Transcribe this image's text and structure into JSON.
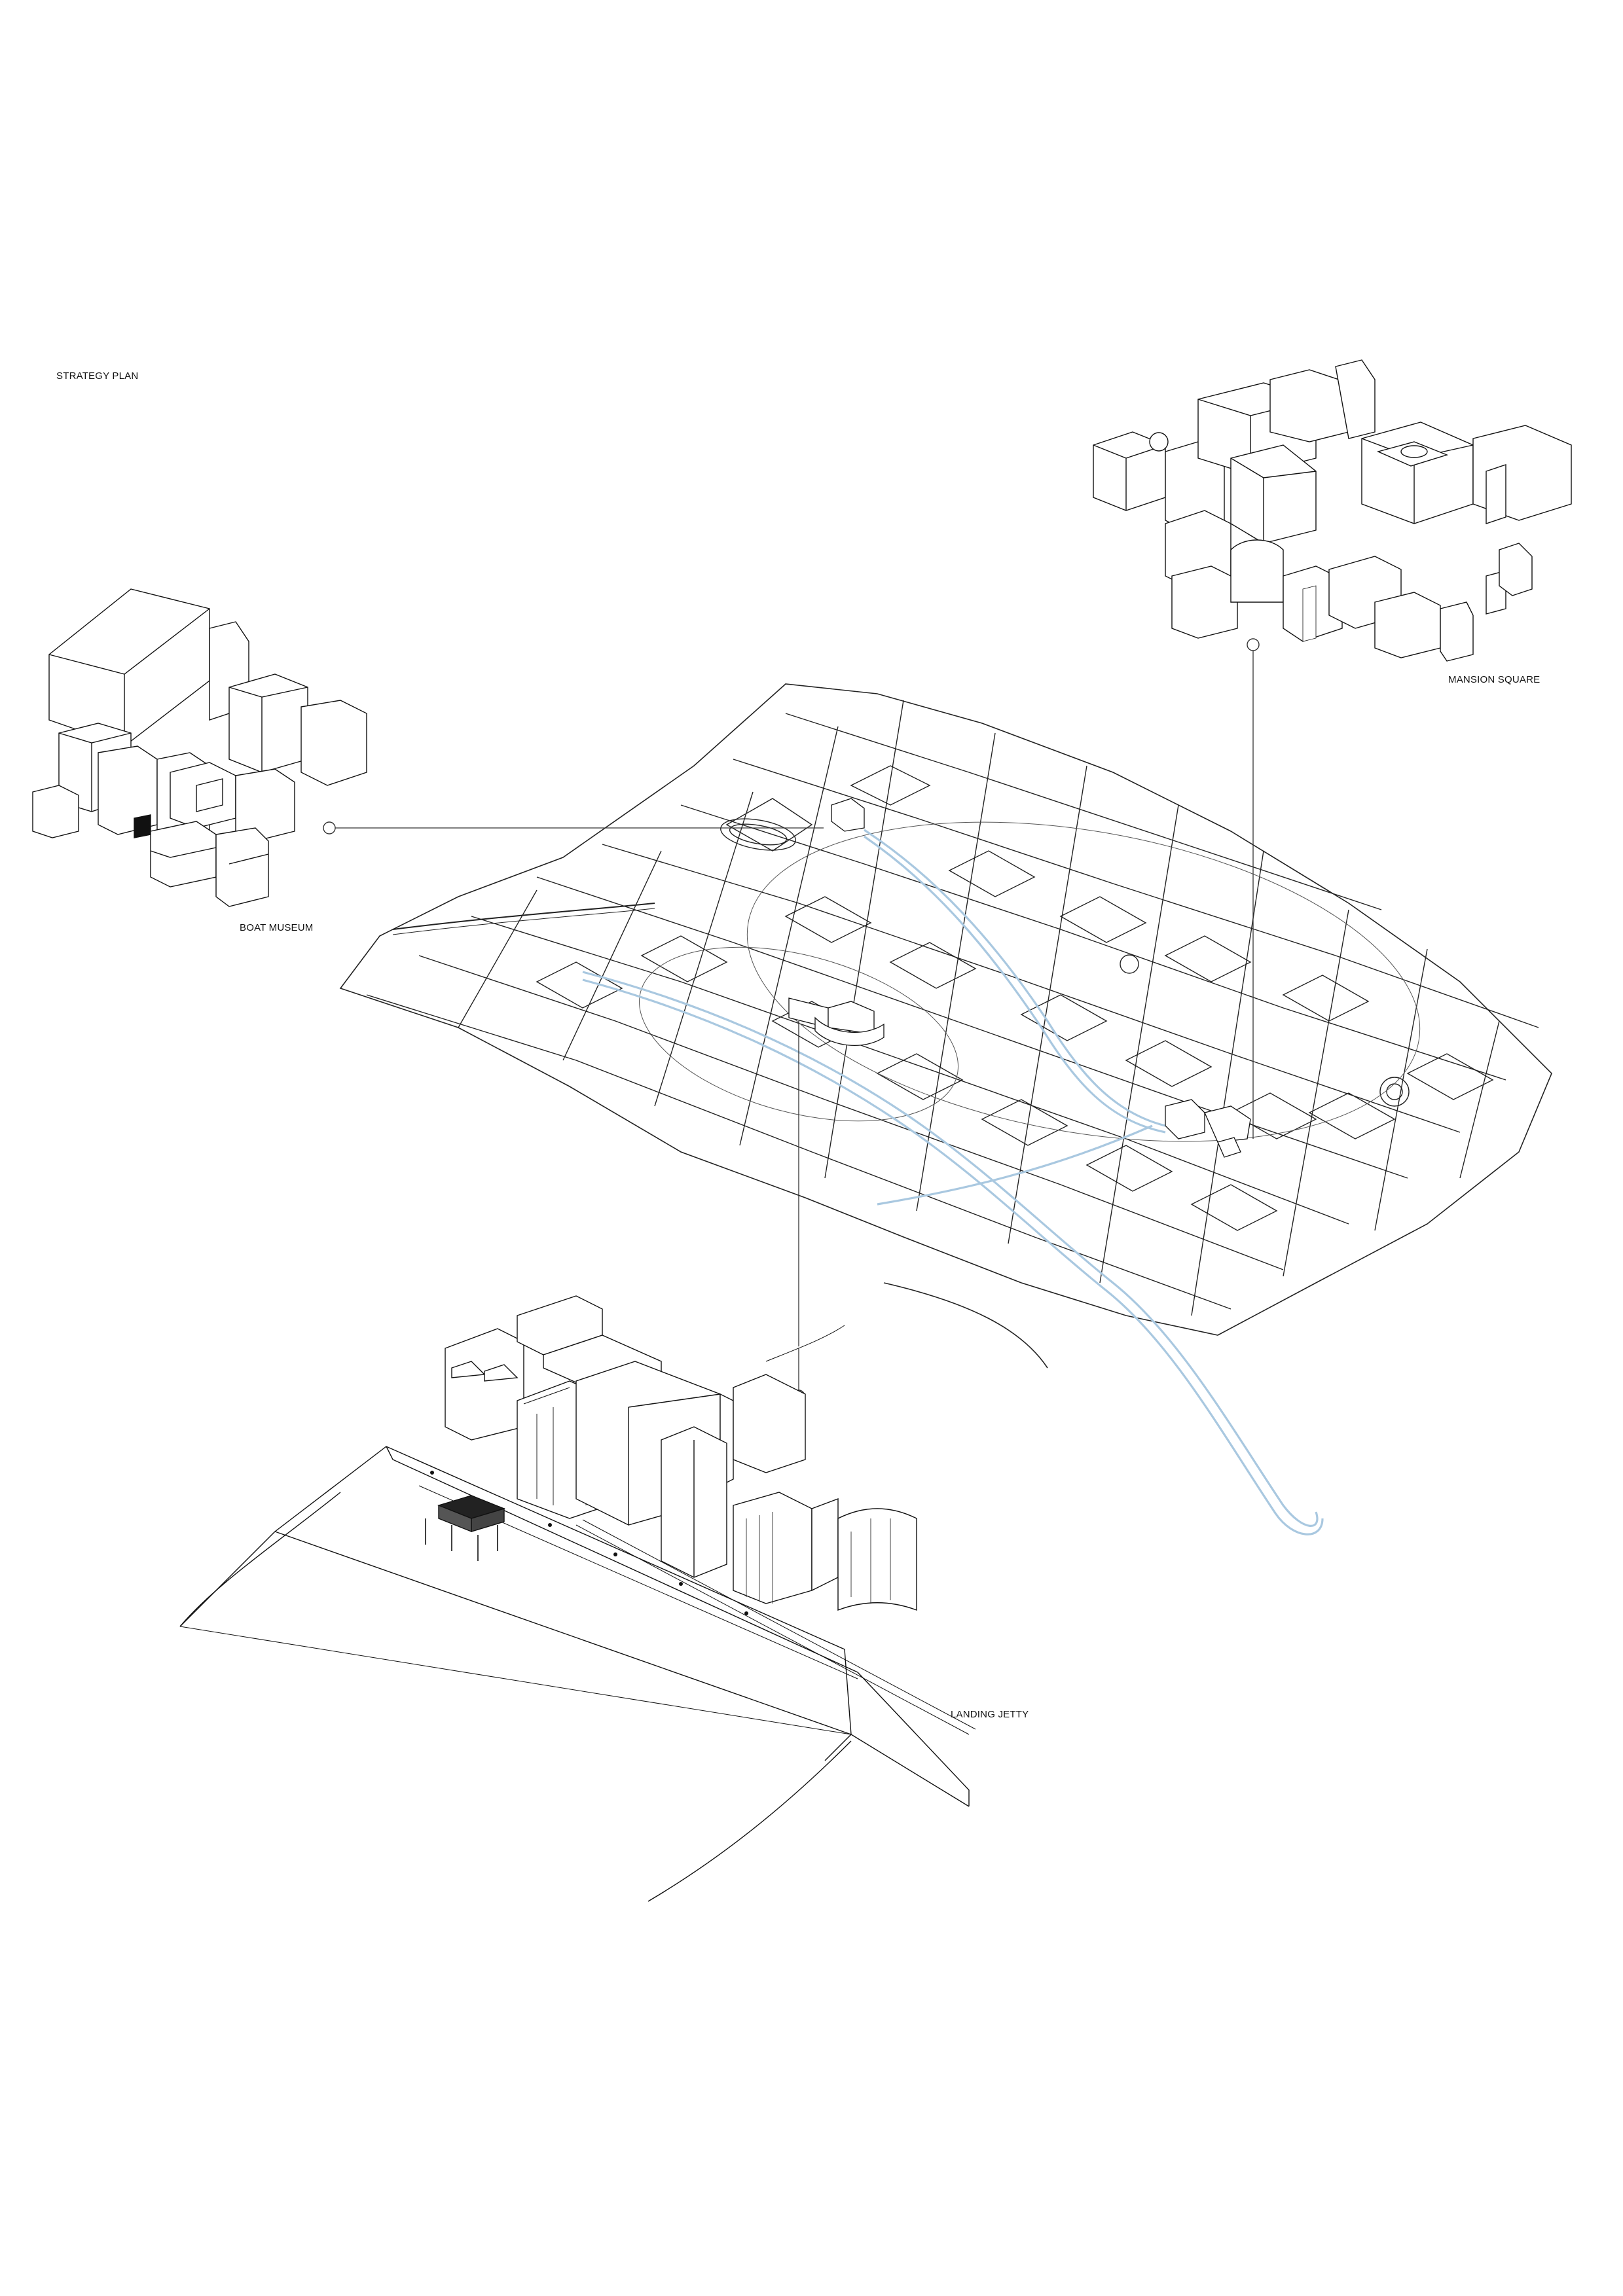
{
  "sheet_title": "STRATEGY PLAN",
  "callouts": [
    {
      "id": "boat-museum",
      "label": "BOAT MUSEUM"
    },
    {
      "id": "mansion-square",
      "label": "MANSION SQUARE"
    },
    {
      "id": "landing-jetty",
      "label": "LANDING JETTY"
    }
  ],
  "colors": {
    "linework": "#222222",
    "river": "#a9c8e0",
    "paper": "#ffffff",
    "solid_fill": "#111111"
  },
  "icons": [
    "connector-dot"
  ]
}
